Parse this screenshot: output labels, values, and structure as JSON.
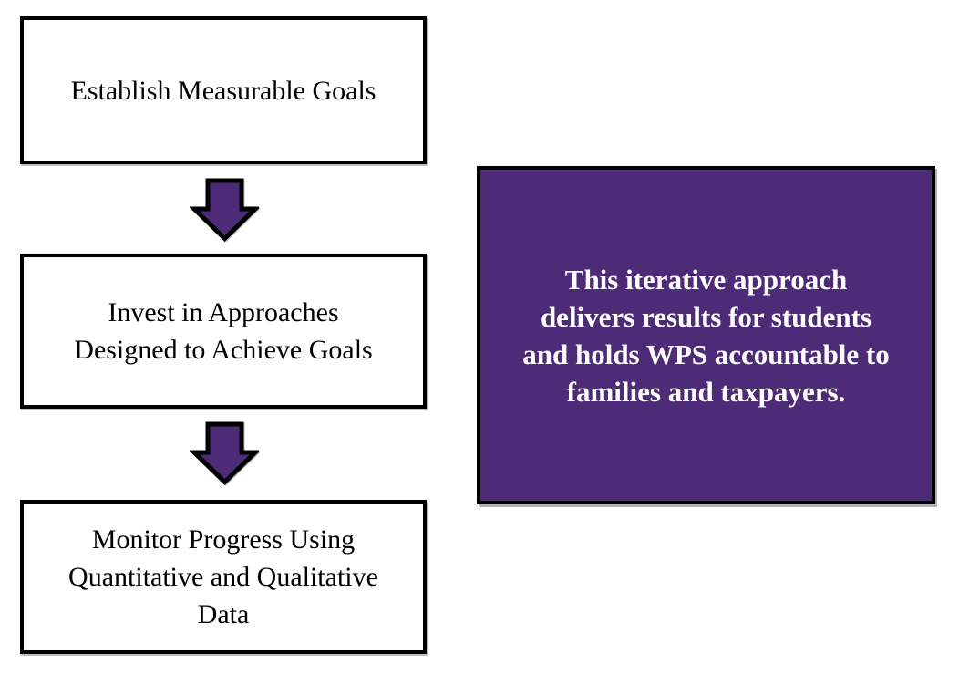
{
  "diagram": {
    "type": "flowchart",
    "steps": [
      {
        "id": "establish-goals",
        "lines": [
          "Establish Measurable Goals"
        ]
      },
      {
        "id": "invest-approaches",
        "lines": [
          "Invest in Approaches",
          "Designed to Achieve Goals"
        ]
      },
      {
        "id": "monitor-progress",
        "lines": [
          "Monitor Progress Using",
          "Quantitative and Qualitative",
          "Data"
        ]
      }
    ],
    "connector_icon": "down-arrow",
    "callout": {
      "lines": [
        "This iterative approach",
        "delivers results for students",
        "and holds WPS accountable to",
        "families and taxpayers."
      ]
    },
    "colors": {
      "accent_purple": "#4E2B76",
      "arrow_purple": "#4E2B76",
      "border_black": "#000000",
      "box_background": "#FFFFFF",
      "step_text": "#000000",
      "callout_text": "#FFFFFF",
      "page_background": "#FFFFFF"
    }
  }
}
